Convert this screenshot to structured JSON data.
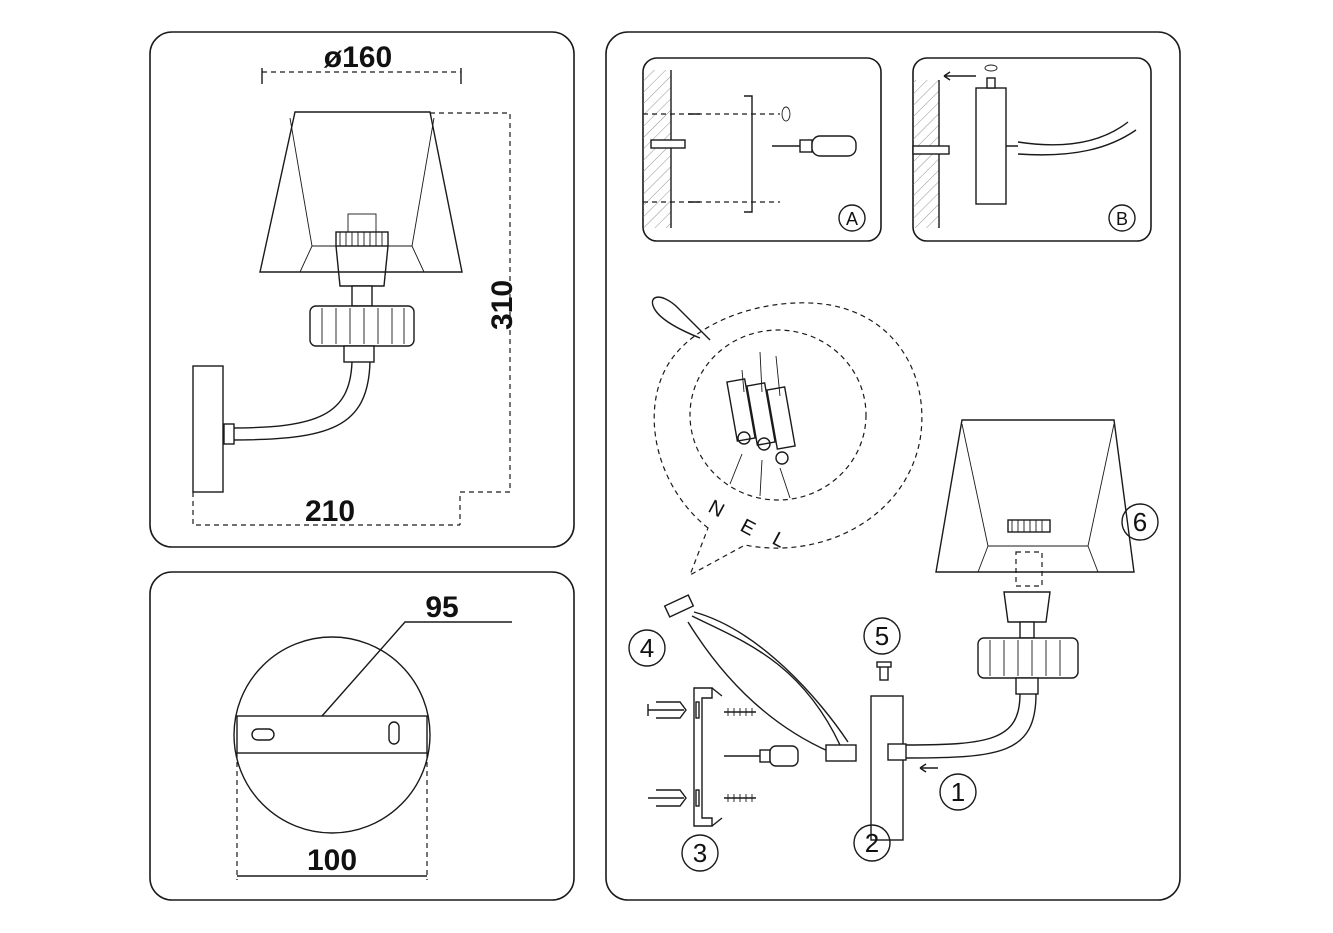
{
  "dimensions": {
    "shade_diameter": "ø160",
    "height": "310",
    "depth": "210",
    "mount_width": "100",
    "mount_hole_spacing": "95"
  },
  "detail_labels": {
    "a": "A",
    "b": "B"
  },
  "wiring": {
    "neutral": "N",
    "earth": "E",
    "live": "L"
  },
  "steps": {
    "s1": "1",
    "s2": "2",
    "s3": "3",
    "s4": "4",
    "s5": "5",
    "s6": "6"
  }
}
